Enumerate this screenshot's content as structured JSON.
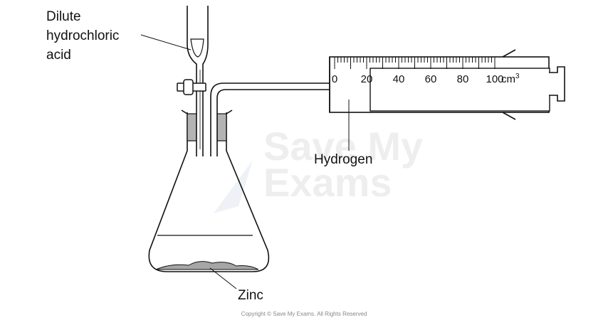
{
  "labels": {
    "acid_line1": "Dilute",
    "acid_line2": "hydrochloric",
    "acid_line3": "acid",
    "gas": "Hydrogen",
    "metal": "Zinc"
  },
  "syringe": {
    "scale_values": [
      "0",
      "20",
      "40",
      "60",
      "80",
      "100"
    ],
    "unit": "cm",
    "unit_superscript": "3",
    "plunger_reading": 20
  },
  "watermark": {
    "line1": "Save My",
    "line2": "Exams"
  },
  "copyright": "Copyright © Save My Exams. All Rights Reserved",
  "colors": {
    "line": "#111111",
    "stopper": "#b3b3b3",
    "zinc": "#a6a6a6",
    "watermark": "#eeeeee"
  }
}
